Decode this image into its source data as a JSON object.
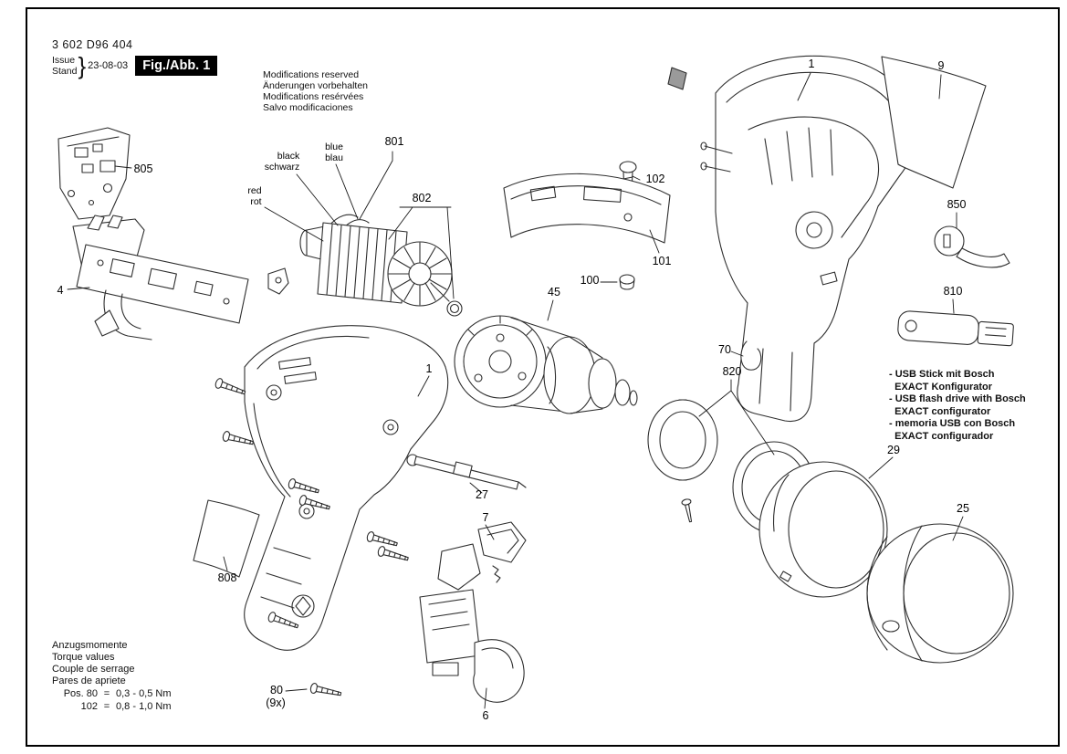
{
  "page": {
    "part_number": "3 602 D96 404",
    "issue_label": "Issue",
    "stand_label": "Stand",
    "brace": "}",
    "date": "23-08-03",
    "figure_caption": "Fig./Abb. 1",
    "modifications_note": "Modifications reserved\nÄnderungen vorbehalten\nModifications resérvées\nSalvo modificaciones",
    "usb_note": "- USB Stick mit Bosch\n  EXACT Konfigurator\n- USB flash drive with Bosch\n  EXACT configurator\n- memoria USB con Bosch\n  EXACT configurador",
    "torque": {
      "heading": "Anzugsmomente\nTorque values\nCouple de serrage\nPares de apriete",
      "rows": [
        {
          "pos": "Pos. 80",
          "eq": "=",
          "value": "0,3 - 0,5 Nm"
        },
        {
          "pos": "102",
          "eq": "=",
          "value": "0,8 - 1,0 Nm"
        }
      ]
    }
  },
  "wire_labels": {
    "black": "black\nschwarz",
    "blue": "blue\nblau",
    "red": "red\nrot"
  },
  "part_labels": [
    {
      "id": "805",
      "text": "805"
    },
    {
      "id": "4",
      "text": "4"
    },
    {
      "id": "801",
      "text": "801"
    },
    {
      "id": "802",
      "text": "802"
    },
    {
      "id": "102",
      "text": "102"
    },
    {
      "id": "101",
      "text": "101"
    },
    {
      "id": "100",
      "text": "100"
    },
    {
      "id": "45",
      "text": "45"
    },
    {
      "id": "1-right",
      "text": "1"
    },
    {
      "id": "9",
      "text": "9"
    },
    {
      "id": "850",
      "text": "850"
    },
    {
      "id": "810",
      "text": "810"
    },
    {
      "id": "70",
      "text": "70"
    },
    {
      "id": "820",
      "text": "820"
    },
    {
      "id": "29",
      "text": "29"
    },
    {
      "id": "25",
      "text": "25"
    },
    {
      "id": "1-left",
      "text": "1"
    },
    {
      "id": "27",
      "text": "27"
    },
    {
      "id": "7",
      "text": "7"
    },
    {
      "id": "808",
      "text": "808"
    },
    {
      "id": "80",
      "text": "80"
    },
    {
      "id": "80-qty",
      "text": "(9x)"
    },
    {
      "id": "6",
      "text": "6"
    }
  ]
}
